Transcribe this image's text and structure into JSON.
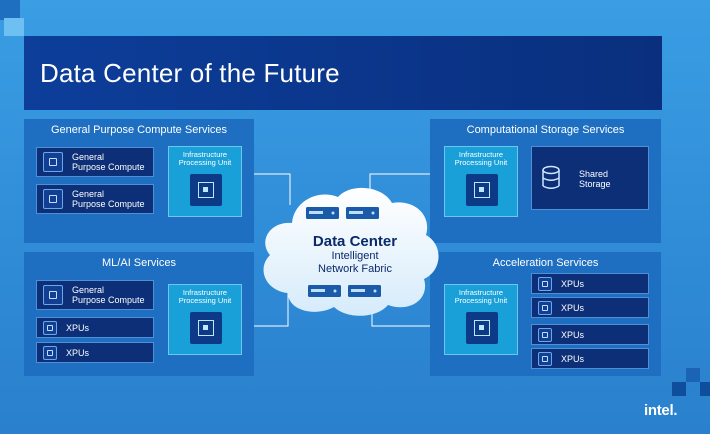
{
  "title": "Data Center of the Future",
  "panels": {
    "general_purpose": {
      "title": "General Purpose Compute Services",
      "cards": [
        "General\nPurpose Compute",
        "General\nPurpose Compute"
      ],
      "ipu": "Infrastructure\nProcessing Unit"
    },
    "ml_ai": {
      "title": "ML/AI Services",
      "cards": [
        "General\nPurpose Compute",
        "XPUs",
        "XPUs"
      ],
      "ipu": "Infrastructure\nProcessing Unit"
    },
    "storage": {
      "title": "Computational Storage Services",
      "ipu": "Infrastructure\nProcessing Unit",
      "shared": "Shared\nStorage"
    },
    "acceleration": {
      "title": "Acceleration Services",
      "ipu": "Infrastructure\nProcessing Unit",
      "cards": [
        "XPUs",
        "XPUs",
        "XPUs",
        "XPUs"
      ]
    }
  },
  "cloud": {
    "title": "Data Center",
    "line1": "Intelligent",
    "line2": "Network Fabric"
  },
  "logo": "intel.",
  "colors": {
    "background": "#3a9ee4",
    "banner": "#0c3e9a",
    "panel": "#1e6fc1",
    "card": "#0c2f78",
    "ipu": "#1aa0d9",
    "cloud_text": "#0a2a6b"
  }
}
